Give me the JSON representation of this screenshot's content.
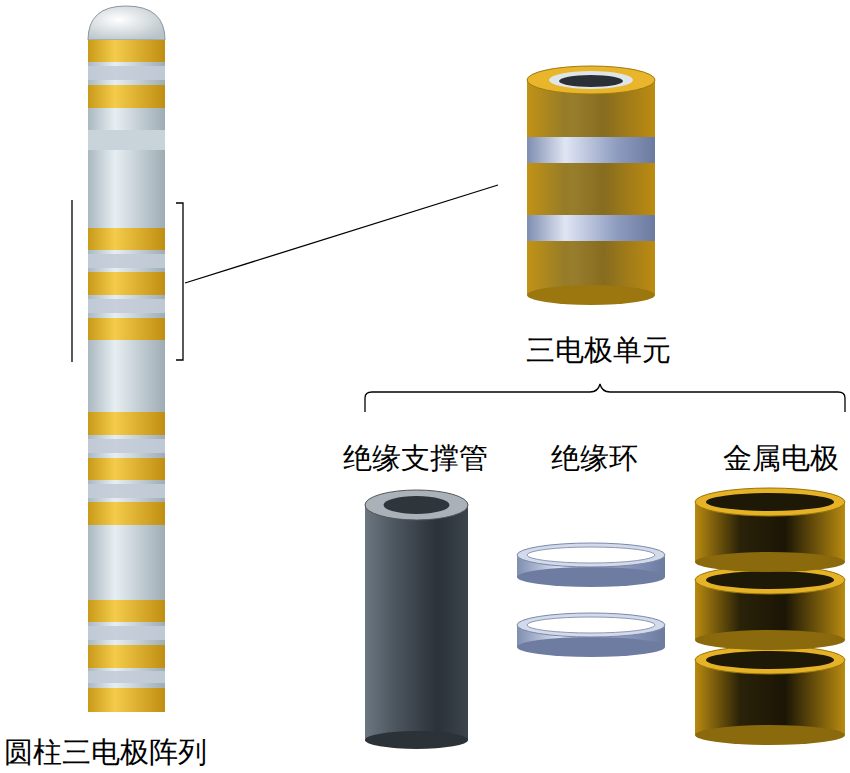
{
  "diagram": {
    "labels": [
      "圆柱三电极阵列",
      "三电极单元",
      "绝缘支撑管",
      "绝缘环",
      "金属电极"
    ]
  }
}
